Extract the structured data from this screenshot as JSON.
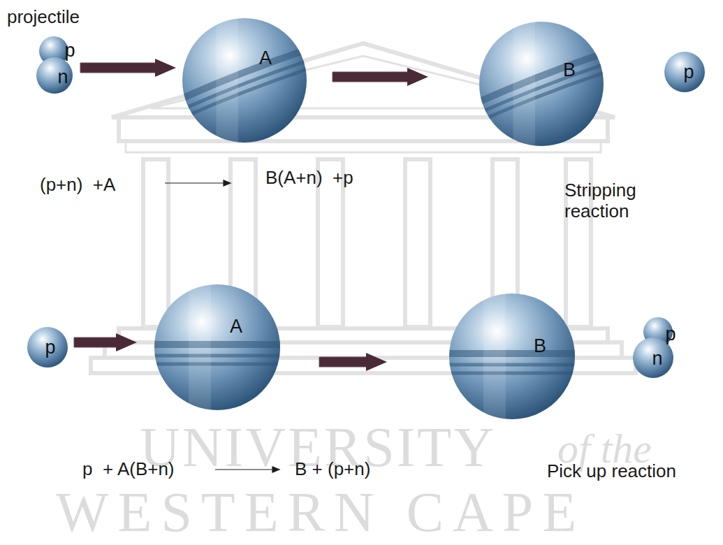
{
  "diagram": {
    "nodes": [
      {
        "text": [
          "p"
        ]
      },
      {
        "text": [
          "n"
        ]
      },
      {
        "text": [
          "A"
        ]
      },
      {
        "text": [
          "B"
        ]
      },
      {
        "text": [
          "p"
        ]
      },
      {
        "text": [
          "p"
        ]
      },
      {
        "text": [
          "A"
        ]
      },
      {
        "text": [
          "B"
        ]
      },
      {
        "text": [
          "p"
        ]
      },
      {
        "text": [
          "n"
        ]
      }
    ],
    "edges": [
      {
        "from": 1,
        "to": 2,
        "arrow": "to"
      },
      {
        "from": 2,
        "to": 3,
        "arrow": "to"
      },
      {
        "from": 5,
        "to": 6,
        "arrow": "to"
      },
      {
        "from": 6,
        "to": 7,
        "arrow": "to"
      }
    ],
    "labels": [
      "UNIVERSITY",
      "of the",
      "WESTERN CAPE",
      "projectile",
      "(p+n)  +A",
      "B(A+n)  +p",
      "Stripping reaction",
      "p  + A(B+n)",
      "B + (p+n)",
      "Pick up reaction"
    ]
  }
}
